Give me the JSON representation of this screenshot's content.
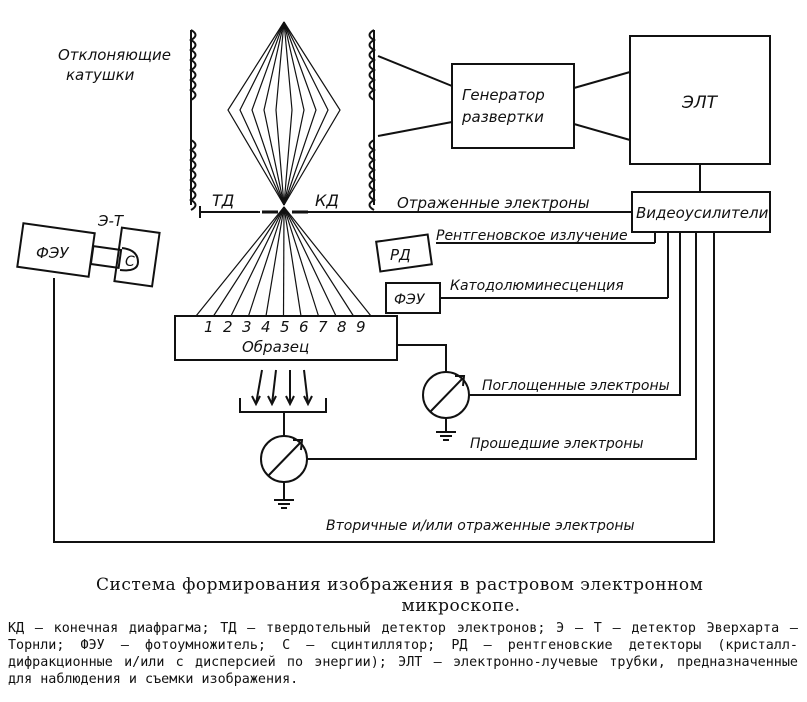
{
  "diagram": {
    "labels": {
      "coils": [
        "Отклоняющие",
        "катушки"
      ],
      "td": "ТД",
      "kd": "КД",
      "generator": [
        "Генератор",
        "развертки"
      ],
      "crt": "ЭЛТ",
      "reflected": "Отраженные электроны",
      "video": "Видеоусилители",
      "et": "Э-Т",
      "pmt_left": "ФЭУ",
      "scint": "С",
      "rd": "РД",
      "xray": "Рентгеновское излучение",
      "pmt_small": "ФЭУ",
      "cathodo": "Катодолюминесценция",
      "specimen": "Образец",
      "positions": [
        "1",
        "2",
        "3",
        "4",
        "5",
        "6",
        "7",
        "8",
        "9"
      ],
      "absorbed": "Поглощенные электроны",
      "transmitted": "Прошедшие электроны",
      "secondary": "Вторичные и/или отраженные электроны"
    }
  },
  "caption": {
    "title_line1": "Система формирования изображения в растровом электронном",
    "title_line2": "микроскопе.",
    "legend": "КД — конечная диафрагма; ТД — твердотельный детектор электронов; Э — Т — детектор Эверхарта — Торнли; ФЭУ — фотоумножитель; С — сцинтиллятор; РД — рентгеновские детекторы (кристалл-дифракционные и/или с дисперсией по энергии); ЭЛТ — электронно-лучевые трубки, предназначенные для наблюдения и съемки изображения."
  }
}
